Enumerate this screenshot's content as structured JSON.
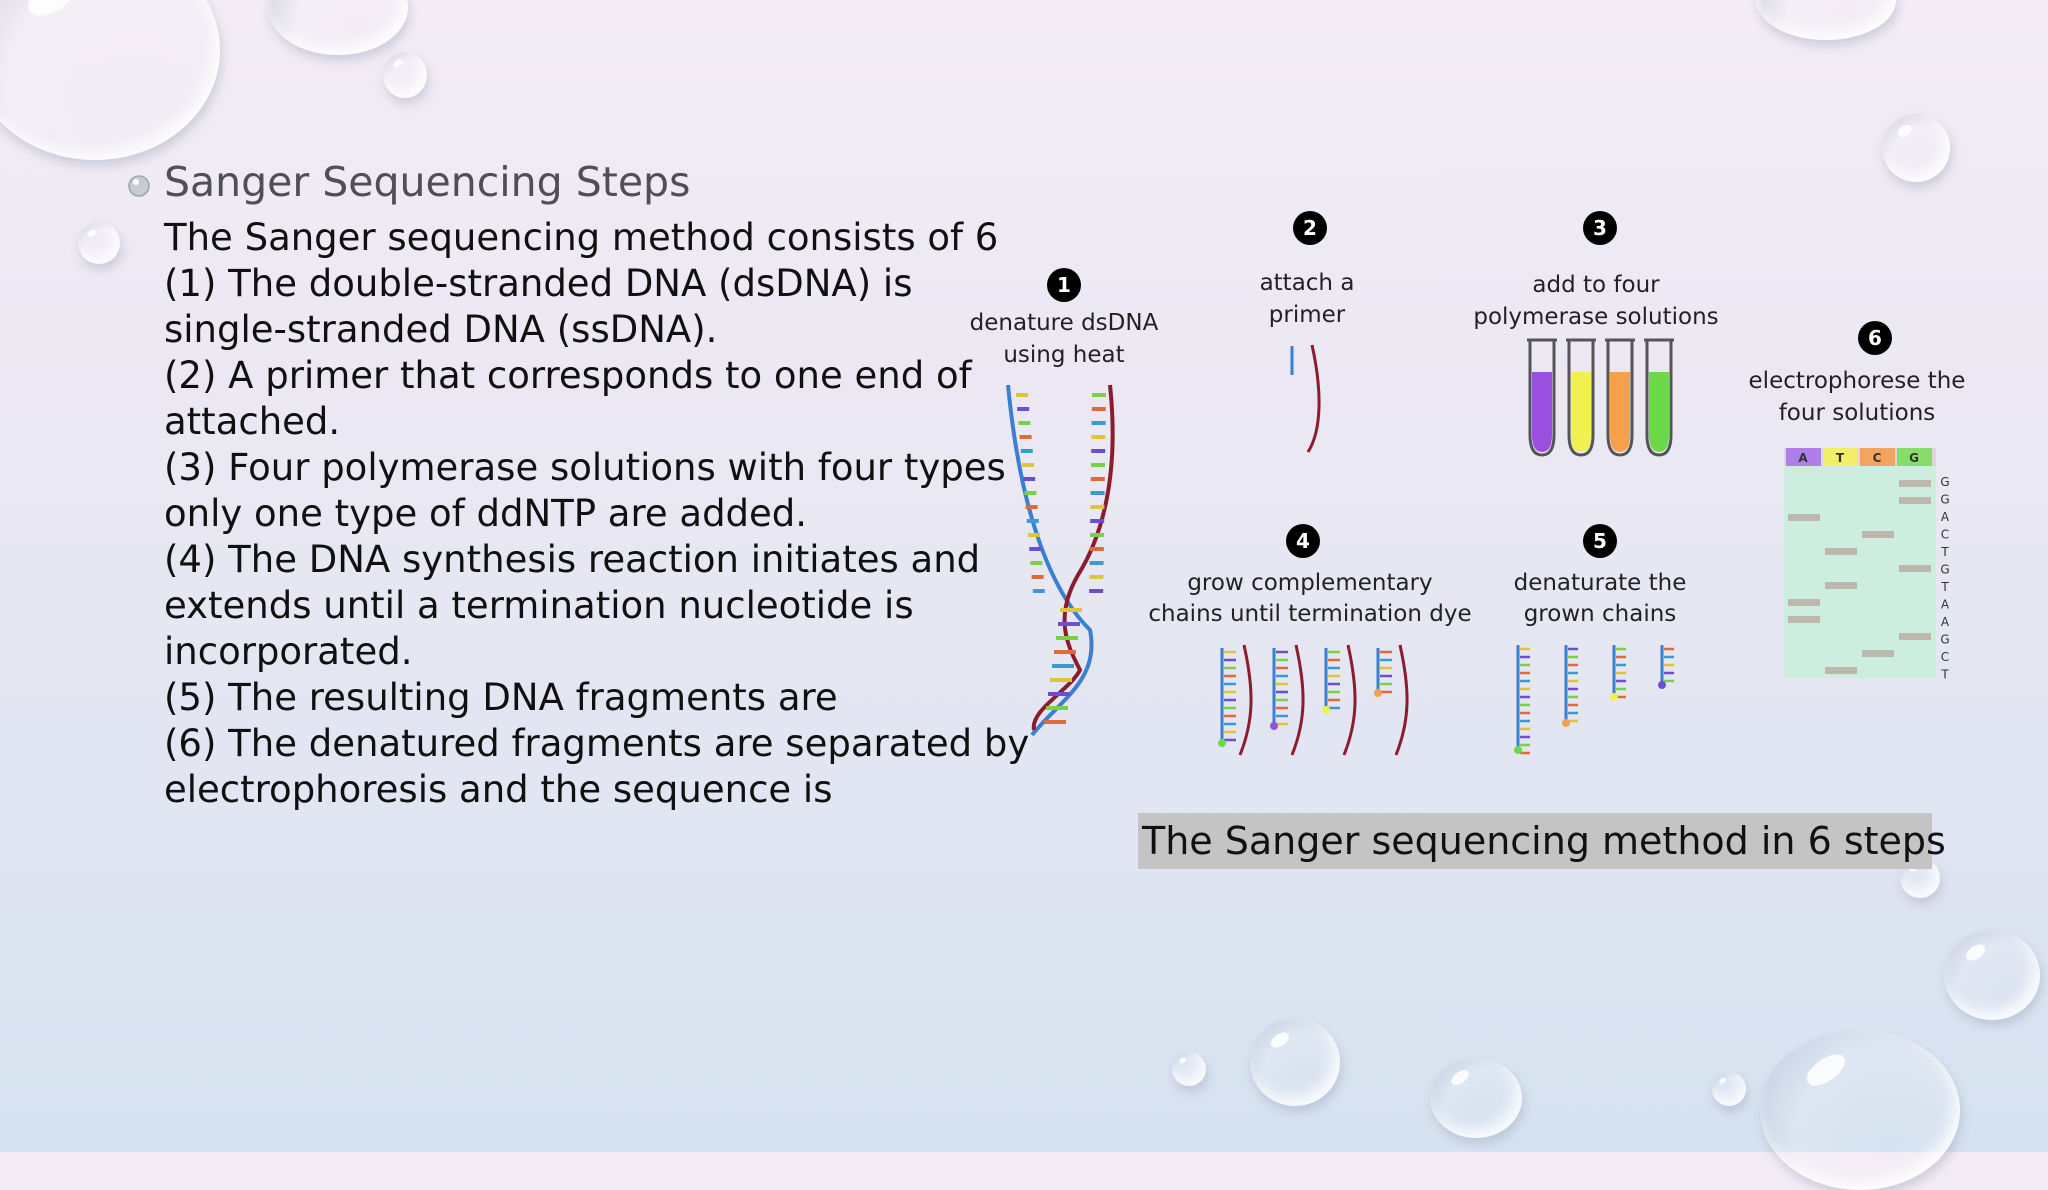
{
  "slide": {
    "title": "Sanger Sequencing Steps",
    "body_lines": [
      "The Sanger sequencing method consists of 6",
      "(1) The double-stranded DNA (dsDNA) is",
      "single-stranded DNA (ssDNA).",
      "(2) A primer that corresponds to one end of",
      "attached.",
      "(3) Four polymerase solutions with four types",
      "only one type of ddNTP are added.",
      "(4) The DNA synthesis reaction initiates and",
      "extends until a termination nucleotide is",
      "incorporated.",
      "(5) The resulting DNA fragments are",
      "(6) The denatured fragments are separated by",
      "electrophoresis and the sequence is"
    ]
  },
  "figure": {
    "steps": [
      {
        "num": "1",
        "label_lines": [
          "denature dsDNA",
          "using heat"
        ]
      },
      {
        "num": "2",
        "label_lines": [
          "attach a",
          "primer"
        ]
      },
      {
        "num": "3",
        "label_lines": [
          "add to four",
          "polymerase solutions"
        ]
      },
      {
        "num": "4",
        "label_lines": [
          "grow complementary",
          "chains until termination dye"
        ]
      },
      {
        "num": "5",
        "label_lines": [
          "denaturate the",
          "grown chains"
        ]
      },
      {
        "num": "6",
        "label_lines": [
          "electrophorese the",
          "four solutions"
        ]
      }
    ],
    "gel_lanes": [
      "A",
      "T",
      "C",
      "G"
    ],
    "gel_sequence": [
      "G",
      "G",
      "A",
      "C",
      "T",
      "G",
      "T",
      "A",
      "A",
      "G",
      "C",
      "T"
    ],
    "tube_colors": [
      "#9b4fe0",
      "#f0f050",
      "#f5a04a",
      "#6cd84a"
    ],
    "lane_colors": [
      "#b07ee8",
      "#f2ee6a",
      "#f3a45e",
      "#86dd6a"
    ],
    "caption": "The Sanger sequencing method in 6 steps"
  }
}
